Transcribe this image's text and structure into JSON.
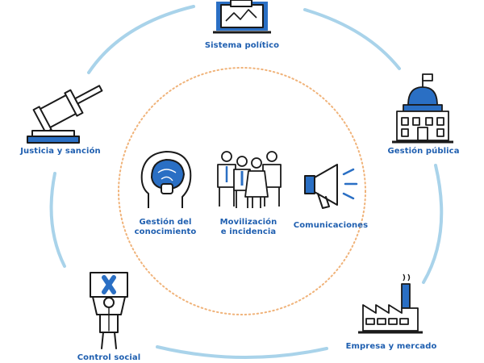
{
  "colors": {
    "blue": "#1f5fb0",
    "ring": "#a9d3ea",
    "dotted": "#f0b37a",
    "ink": "#1a1a1a",
    "fill_blue": "#2a6fc4"
  },
  "outer_nodes": [
    {
      "id": "sistema",
      "label": "Sistema político",
      "icon": "ballot-box-icon"
    },
    {
      "id": "gestion_publica",
      "label": "Gestión pública",
      "icon": "government-building-icon"
    },
    {
      "id": "empresa",
      "label": "Empresa y mercado",
      "icon": "factory-icon"
    },
    {
      "id": "control",
      "label": "Control social",
      "icon": "protester-sign-icon"
    },
    {
      "id": "justicia",
      "label": "Justicia y sanción",
      "icon": "gavel-icon"
    }
  ],
  "inner_nodes": [
    {
      "id": "conocimiento",
      "label_lines": [
        "Gestión del",
        "conocimiento"
      ],
      "icon": "brain-head-icon"
    },
    {
      "id": "movilizacion",
      "label_lines": [
        "Movilización",
        "e incidencia"
      ],
      "icon": "people-group-icon"
    },
    {
      "id": "comunicaciones",
      "label_lines": [
        "Comunicaciones"
      ],
      "icon": "megaphone-icon"
    }
  ]
}
